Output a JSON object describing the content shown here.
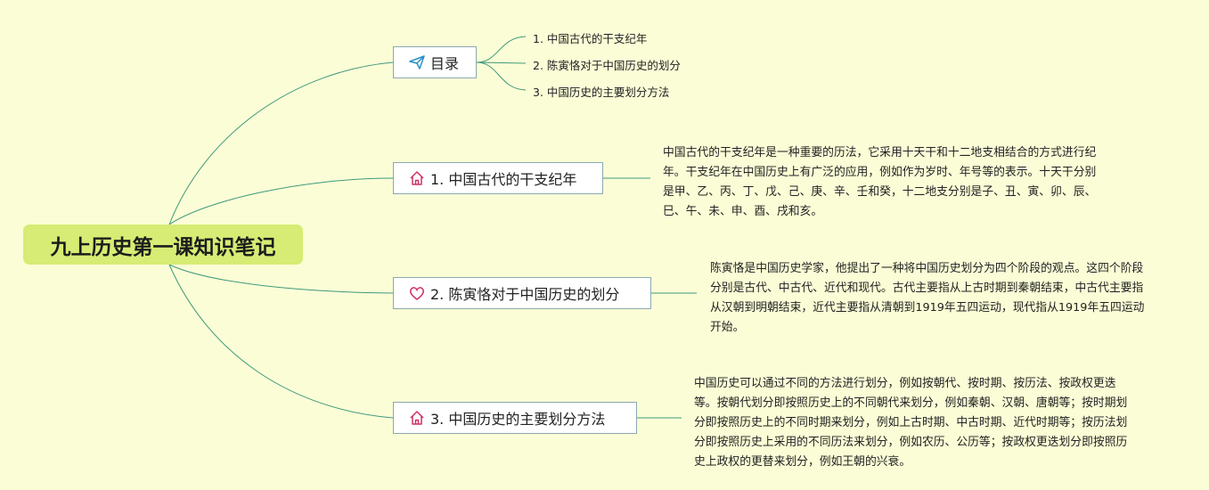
{
  "mindmap": {
    "root": {
      "label": "九上历史第一课知识笔记"
    },
    "branches": [
      {
        "label": "目录",
        "icon": "paper-plane-icon",
        "children": [
          "1. 中国古代的干支纪年",
          "2. 陈寅恪对于中国历史的划分",
          "3. 中国历史的主要划分方法"
        ]
      },
      {
        "label": "1. 中国古代的干支纪年",
        "icon": "house-icon",
        "note": "中国古代的干支纪年是一种重要的历法，它采用十天干和十二地支相结合的方式进行纪年。干支纪年在中国历史上有广泛的应用，例如作为岁时、年号等的表示。十天干分别是甲、乙、丙、丁、戊、己、庚、辛、壬和癸，十二地支分别是子、丑、寅、卯、辰、巳、午、未、申、酉、戌和亥。"
      },
      {
        "label": "2. 陈寅恪对于中国历史的划分",
        "icon": "heart-icon",
        "note": "陈寅恪是中国历史学家，他提出了一种将中国历史划分为四个阶段的观点。这四个阶段分别是古代、中古代、近代和现代。古代主要指从上古时期到秦朝结束，中古代主要指从汉朝到明朝结束，近代主要指从清朝到1919年五四运动，现代指从1919年五四运动开始。"
      },
      {
        "label": "3. 中国历史的主要划分方法",
        "icon": "house-icon",
        "note": "中国历史可以通过不同的方法进行划分，例如按朝代、按时期、按历法、按政权更迭等。按朝代划分即按照历史上的不同朝代来划分，例如秦朝、汉朝、唐朝等；按时期划分即按照历史上的不同时期来划分，例如上古时期、中古时期、近代时期等；按历法划分即按照历史上采用的不同历法来划分，例如农历、公历等；按政权更迭划分即按照历史上政权的更替来划分，例如王朝的兴衰。"
      }
    ]
  },
  "colors": {
    "background": "#fbfdd6",
    "root_fill": "#d6ec74",
    "connector": "#3f9a7d",
    "node_border": "#8aa9b3",
    "icon_blue": "#2a8fc7",
    "icon_pink": "#d0306a"
  }
}
